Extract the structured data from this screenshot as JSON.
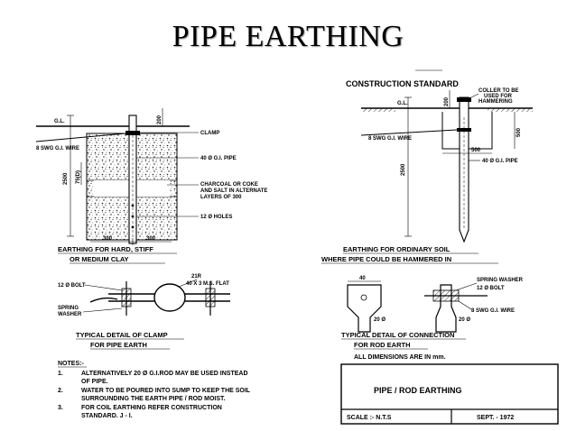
{
  "title": "PIPE EARTHING",
  "construction_standard": "CONSTRUCTION STANDARD",
  "fig1": {
    "ground": "G.L.",
    "wire": "8 SWG G.I. WIRE",
    "clamp": "CLAMP",
    "pipe": "40 Ø G.I. PIPE",
    "charcoal": [
      "CHARCOAL OR COKE",
      "AND SALT IN ALTERNATE",
      "LAYERS OF 300"
    ],
    "holes": "12 Ø HOLES",
    "dim_top": "200",
    "dim_side": "75(D)",
    "dim_total": "2500",
    "dim_width_left": "300",
    "dim_width_right": "300",
    "caption": [
      "EARTHING FOR HARD, STIFF",
      "OR MEDIUM CLAY"
    ]
  },
  "fig2": {
    "ground": "G.L.",
    "collar": [
      "COLLER TO BE",
      "USED FOR",
      "HAMMERING"
    ],
    "wire": "8 SWG G.I. WIRE",
    "pipe": "40 Ø G.I. PIPE",
    "dim_top": "200",
    "dim_side": "500",
    "dim_total": "2500",
    "dim_bottom": "500",
    "caption": [
      "EARTHING FOR ORDINARY SOIL",
      "WHERE PIPE COULD BE HAMMERED IN"
    ]
  },
  "fig3": {
    "bolt": "12 Ø BOLT",
    "radius": "21R",
    "flat": "40 X 3 M.S. FLAT",
    "washer": [
      "SPRING",
      "WASHER"
    ],
    "caption": [
      "TYPICAL DETAIL OF CLAMP",
      "FOR PIPE EARTH"
    ]
  },
  "fig4": {
    "dim": "40",
    "bolt": "12 Ø BOLT",
    "washer": "SPRING WASHER",
    "wire": "8 SWG G.I. WIRE",
    "rod_left": "20 Ø",
    "rod_right": "20 Ø",
    "caption": [
      "TYPICAL DETAIL OF CONNECTION",
      "FOR ROD EARTH"
    ]
  },
  "notes": {
    "heading": "NOTES:-",
    "items": [
      {
        "num": "1.",
        "lines": [
          "ALTERNATIVELY 20 Ø G.I.ROD MAY BE USED INSTEAD",
          "OF PIPE."
        ]
      },
      {
        "num": "2.",
        "lines": [
          "WATER TO BE POURED INTO SUMP TO KEEP THE SOIL",
          "SURROUNDING THE EARTH PIPE / ROD MOIST."
        ]
      },
      {
        "num": "3.",
        "lines": [
          "FOR COIL EARTHING REFER CONSTRUCTION",
          "STANDARD. J - I."
        ]
      }
    ]
  },
  "dimensions_note": "ALL DIMENSIONS ARE IN mm.",
  "title_block": {
    "name": "PIPE / ROD EARTHING",
    "scale": "SCALE :- N.T.S",
    "date": "SEPT. - 1972"
  }
}
